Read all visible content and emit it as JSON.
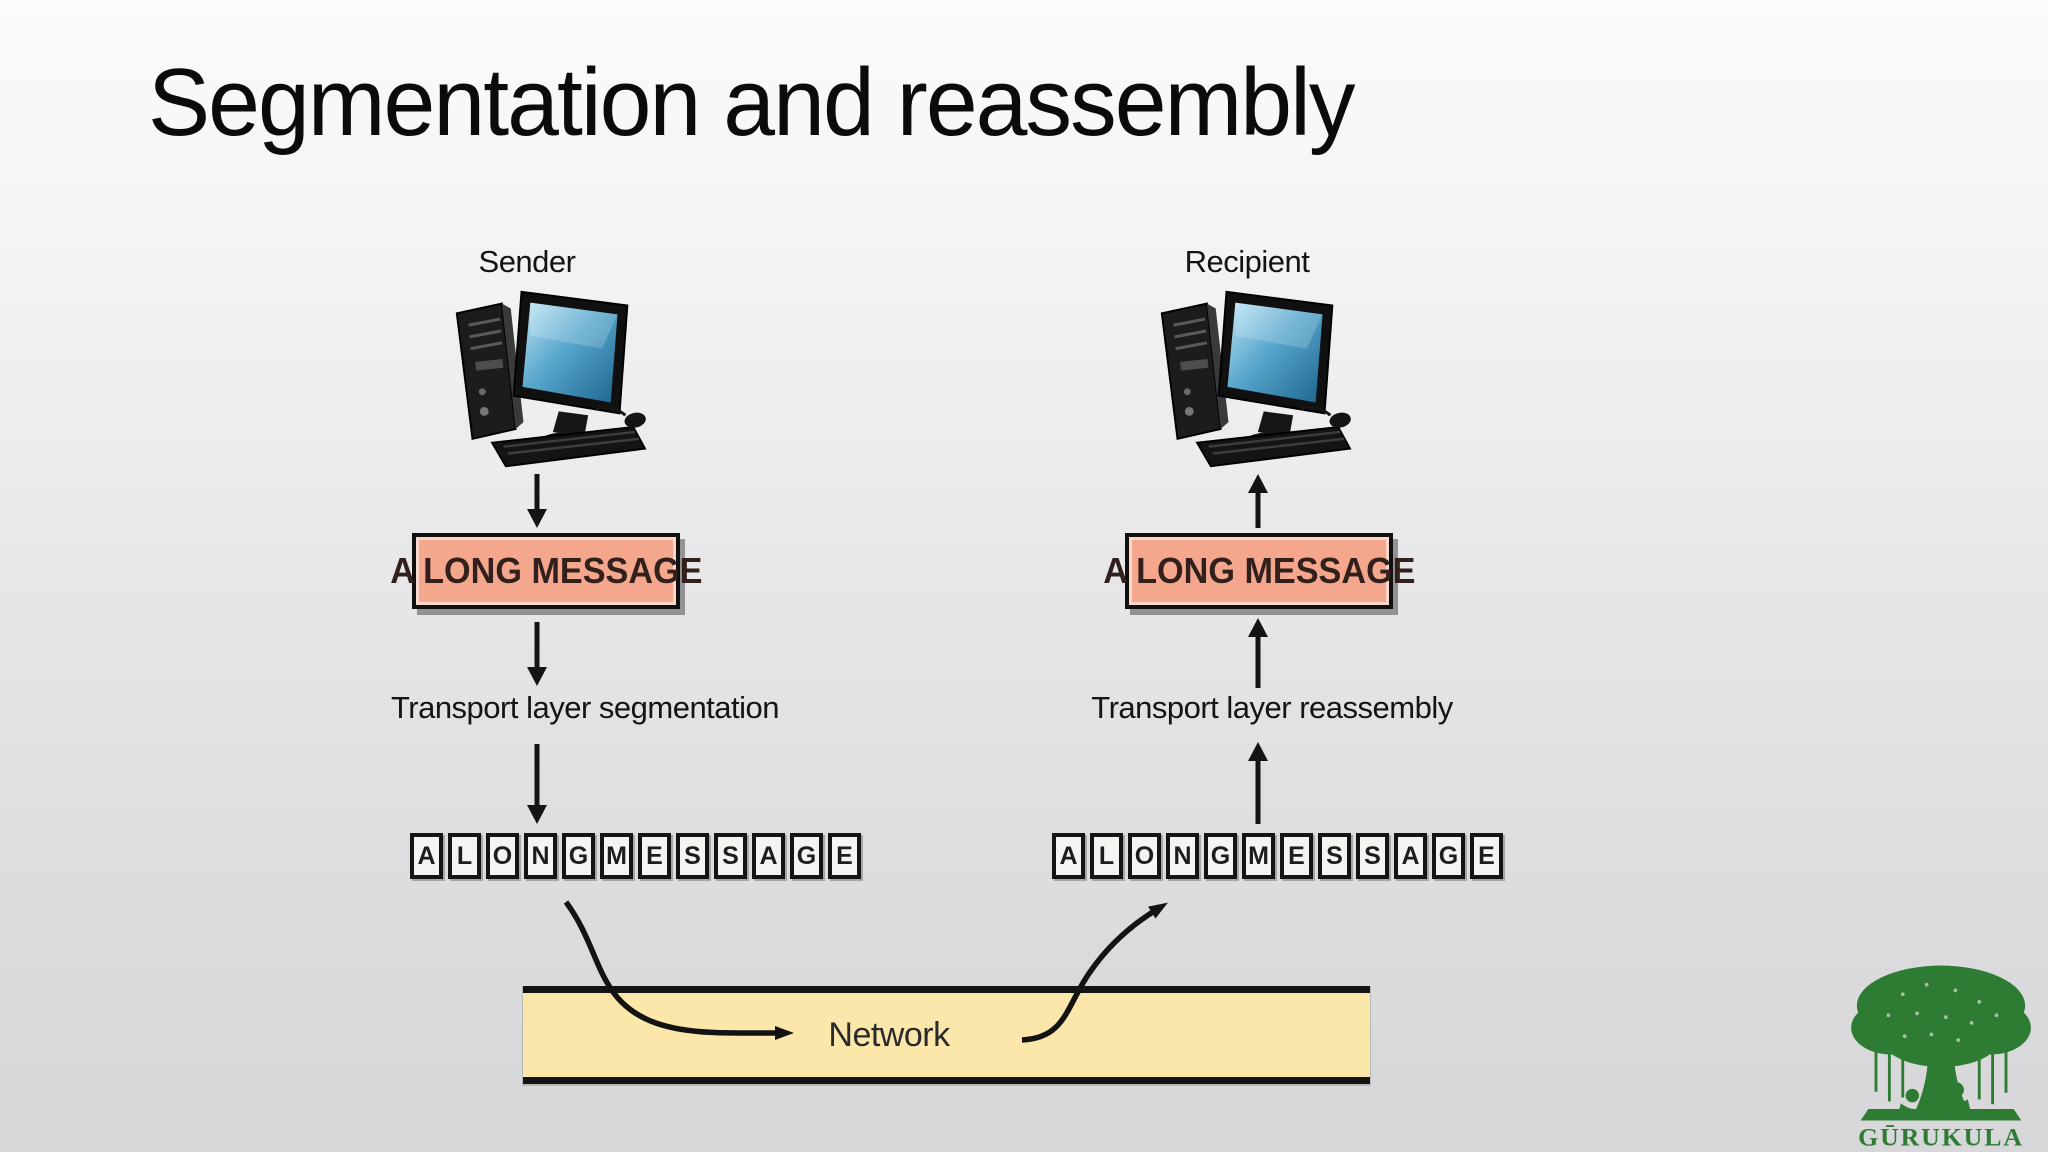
{
  "colors": {
    "message_box": "#f5a78e",
    "network_band": "#fae7a9",
    "logo_green": "#2e7b34",
    "screen_blue": "#58a7cd"
  },
  "slide": {
    "title": "Segmentation and reassembly"
  },
  "diagram": {
    "sender": {
      "label": "Sender",
      "message": "A LONG MESSAGE",
      "process": "Transport layer segmentation",
      "segments": [
        "A",
        "L",
        "O",
        "N",
        "G",
        "M",
        "E",
        "S",
        "S",
        "A",
        "G",
        "E"
      ]
    },
    "recipient": {
      "label": "Recipient",
      "message": "A LONG MESSAGE",
      "process": "Transport layer reassembly",
      "segments": [
        "A",
        "L",
        "O",
        "N",
        "G",
        "M",
        "E",
        "S",
        "S",
        "A",
        "G",
        "E"
      ]
    },
    "network": {
      "label": "Network"
    }
  },
  "logo": {
    "text": "GŪRUKULA"
  }
}
